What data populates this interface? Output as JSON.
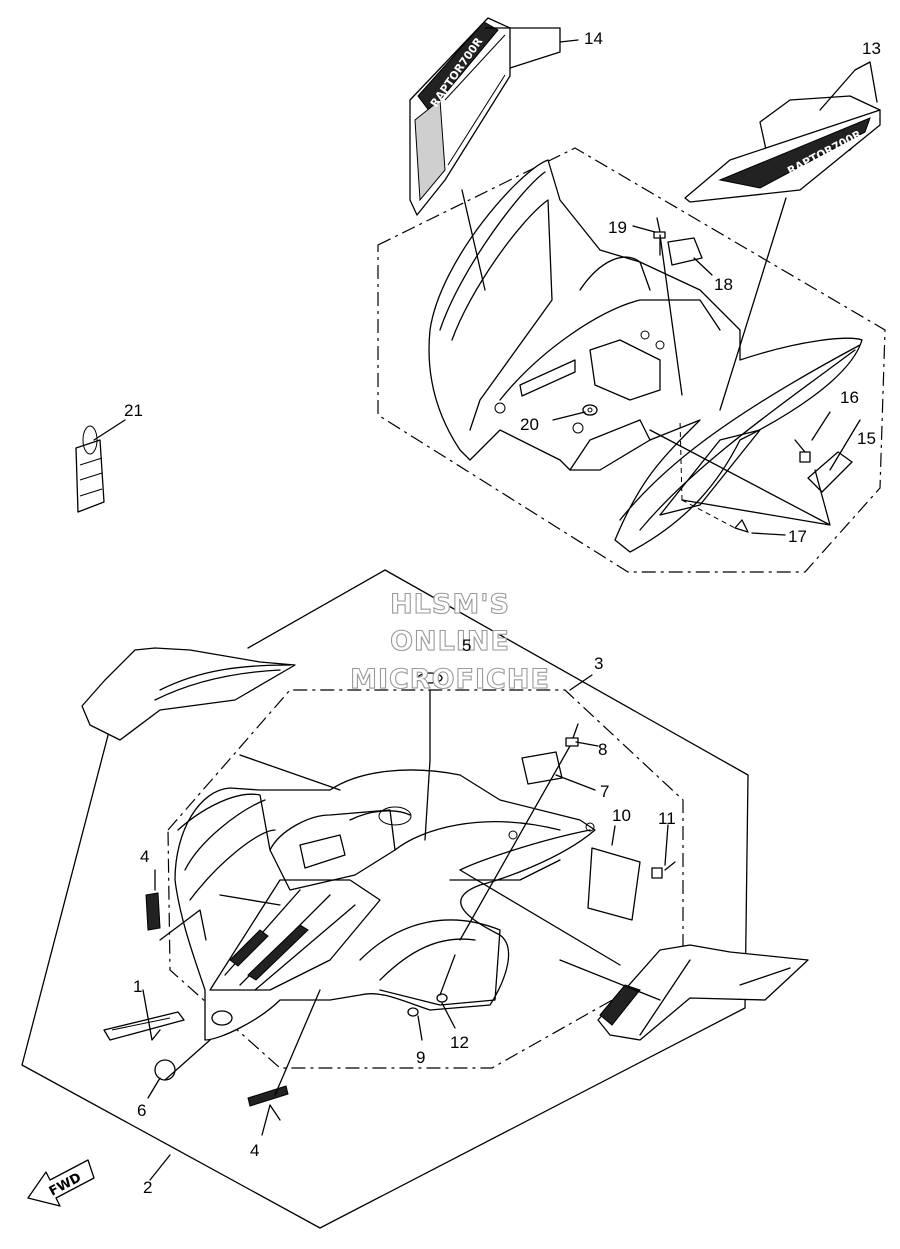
{
  "watermark": {
    "line1": "HLSM'S",
    "line2": "ONLINE",
    "line3": "MICROFICHE"
  },
  "direction_label": "FWD",
  "decal_text": {
    "raptor_side": "RAPTOR700R",
    "raptor_rear": "RAPTOR700R"
  },
  "callouts": [
    {
      "id": "callout-1",
      "label": "1"
    },
    {
      "id": "callout-2",
      "label": "2"
    },
    {
      "id": "callout-3",
      "label": "3"
    },
    {
      "id": "callout-4a",
      "label": "4"
    },
    {
      "id": "callout-4b",
      "label": "4"
    },
    {
      "id": "callout-5",
      "label": "5"
    },
    {
      "id": "callout-6",
      "label": "6"
    },
    {
      "id": "callout-7",
      "label": "7"
    },
    {
      "id": "callout-8",
      "label": "8"
    },
    {
      "id": "callout-9",
      "label": "9"
    },
    {
      "id": "callout-10",
      "label": "10"
    },
    {
      "id": "callout-11",
      "label": "11"
    },
    {
      "id": "callout-12",
      "label": "12"
    },
    {
      "id": "callout-13",
      "label": "13"
    },
    {
      "id": "callout-14",
      "label": "14"
    },
    {
      "id": "callout-15",
      "label": "15"
    },
    {
      "id": "callout-16",
      "label": "16"
    },
    {
      "id": "callout-17",
      "label": "17"
    },
    {
      "id": "callout-18",
      "label": "18"
    },
    {
      "id": "callout-19",
      "label": "19"
    },
    {
      "id": "callout-20",
      "label": "20"
    },
    {
      "id": "callout-21",
      "label": "21"
    }
  ]
}
